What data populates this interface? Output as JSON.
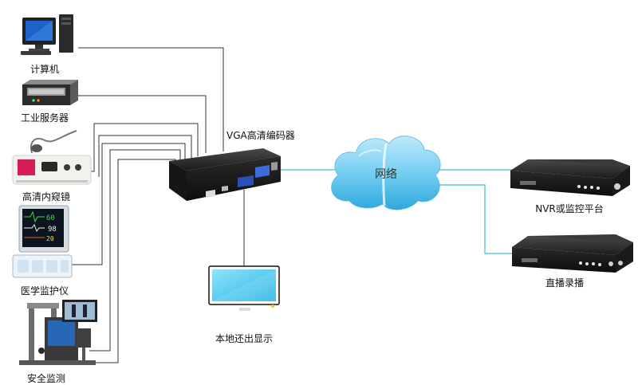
{
  "sources": [
    {
      "label": "计算机",
      "icon": "desktop-computer-icon"
    },
    {
      "label": "工业服务器",
      "icon": "rack-server-icon"
    },
    {
      "label": "高清内窥镜",
      "icon": "endoscope-icon"
    },
    {
      "label": "医学监护仪",
      "icon": "patient-monitor-icon"
    },
    {
      "label": "安全监测",
      "icon": "security-scanner-icon"
    }
  ],
  "encoder": {
    "label": "VGA高清编码器",
    "icon": "encoder-box-icon"
  },
  "network": {
    "label": "网络",
    "icon": "cloud-icon"
  },
  "outputs": [
    {
      "label": "NVR或监控平台",
      "icon": "nvr-recorder-icon"
    },
    {
      "label": "直播录播",
      "icon": "dvr-recorder-icon"
    }
  ],
  "local_display": {
    "label": "本地还出显示",
    "icon": "lcd-monitor-icon"
  },
  "colors": {
    "network_line": "#3cc0c8",
    "signal_line": "#333333",
    "cloud": "#5fc2ea",
    "screen": "#4fc9ef"
  }
}
